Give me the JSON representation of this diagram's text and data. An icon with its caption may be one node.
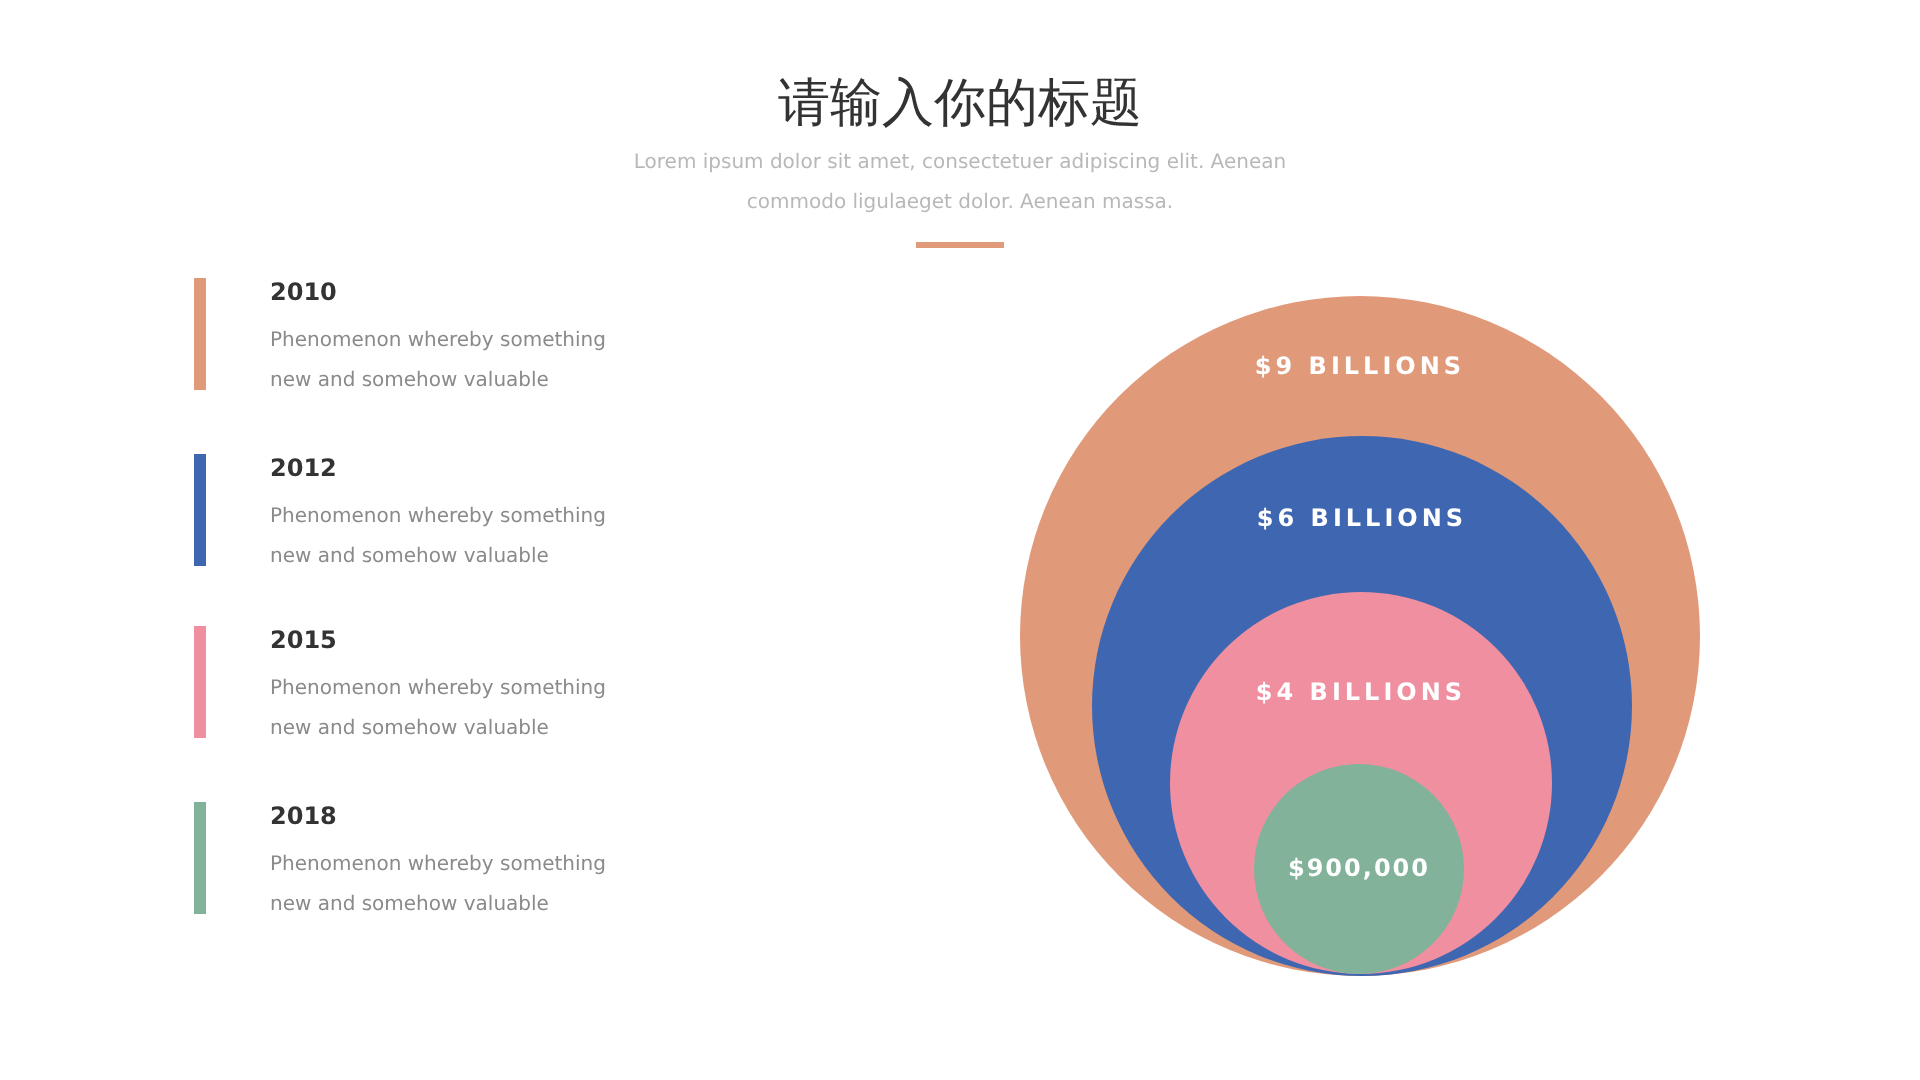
{
  "diagram": {
    "title": "请输入你的标题",
    "nodes": [
      {
        "text": [
          "$9 BILLIONS"
        ]
      },
      {
        "text": [
          "$6 BILLIONS"
        ],
        "in": 0
      },
      {
        "text": [
          "$4 BILLIONS"
        ],
        "in": 1
      },
      {
        "text": [
          "$900,000"
        ],
        "in": 2
      }
    ],
    "labels": [
      "Lorem ipsum dolor sit amet, consectetuer adipiscing elit. Aenean commodo ligulaeget dolor. Aenean massa.",
      "Phenomenon whereby something new and somehow valuable",
      "Phenomenon whereby something new and somehow valuable",
      "Phenomenon whereby something new and somehow valuable",
      "Phenomenon whereby something new and somehow valuable"
    ],
    "legend": [
      {
        "text": "2010",
        "color": "#e09a7a"
      },
      {
        "text": "2012",
        "color": "#3f67b1"
      },
      {
        "text": "2015",
        "color": "#ef8fa0"
      },
      {
        "text": "2018",
        "color": "#82b39a"
      }
    ]
  }
}
